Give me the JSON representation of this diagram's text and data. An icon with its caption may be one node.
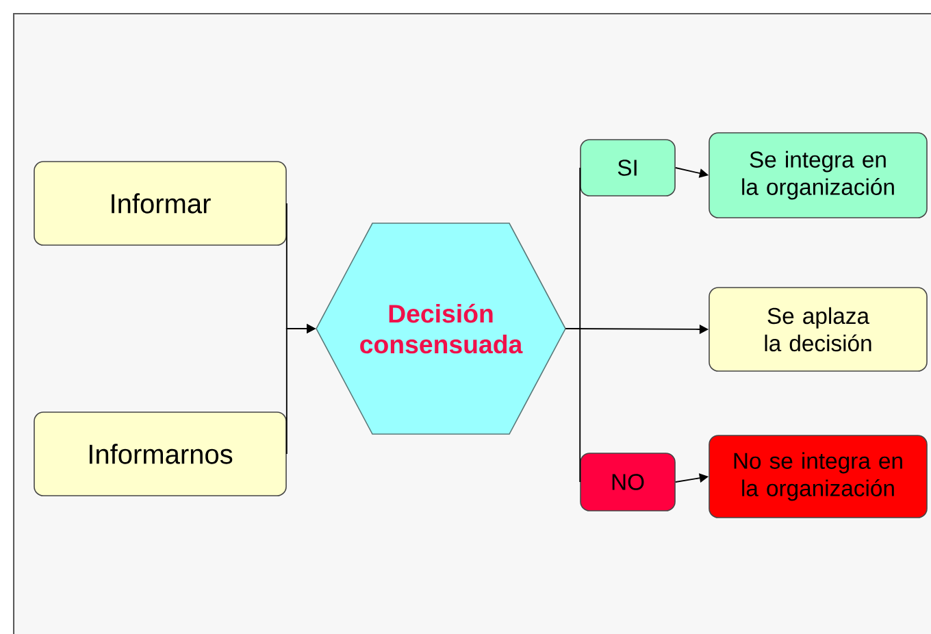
{
  "diagram": {
    "nodes": [
      {
        "text": [
          "Informar"
        ]
      },
      {
        "text": [
          "Informarnos"
        ]
      },
      {
        "text": [
          "Decisión consensuada"
        ]
      },
      {
        "text": [
          "SI"
        ]
      },
      {
        "text": [
          "Se integra en la organización"
        ]
      },
      {
        "text": [
          "Se aplaza la decisión"
        ]
      },
      {
        "text": [
          "NO"
        ]
      },
      {
        "text": [
          "No se integra en la organización"
        ]
      }
    ],
    "edges": [
      {
        "from": 0,
        "to": 2,
        "arrow": "to"
      },
      {
        "from": 1,
        "to": 2,
        "arrow": "to"
      },
      {
        "from": 2,
        "to": 3,
        "arrow": "none"
      },
      {
        "from": 2,
        "to": 5,
        "arrow": "to"
      },
      {
        "from": 2,
        "to": 6,
        "arrow": "none"
      },
      {
        "from": 3,
        "to": 4,
        "arrow": "to"
      },
      {
        "from": 6,
        "to": 7,
        "arrow": "to"
      }
    ]
  }
}
